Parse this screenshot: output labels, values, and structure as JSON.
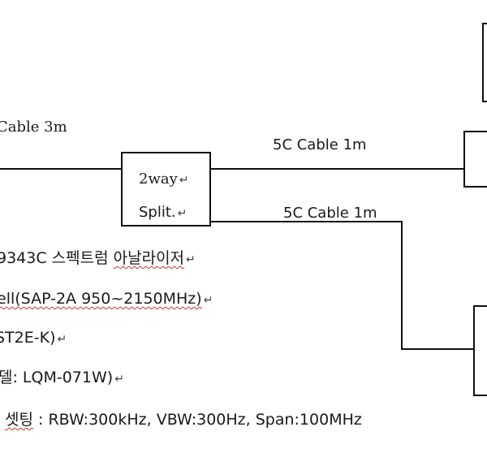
{
  "diagram": {
    "cable_labels": {
      "left": "Cable 3m",
      "top_right": "5C Cable 1m",
      "bottom_right": "5C Cable 1m"
    },
    "splitter": {
      "line1": "2way",
      "line2": "Split."
    },
    "paragraph_mark": "↵"
  },
  "notes": [
    {
      "prefix": "",
      "body": "9343C 스펙트럼 ",
      "flagged": "아날라이저"
    },
    {
      "prefix": "",
      "body": "",
      "flagged": "ell(SAP-2A 950~2150MHz)"
    },
    {
      "prefix": "",
      "body": "ST2E-K)",
      "flagged": ""
    },
    {
      "prefix": "",
      "body": "델: LQM-071W)",
      "flagged": ""
    },
    {
      "prefix": "",
      "flagged_first": "셋팅",
      "body": " : RBW:300kHz, VBW:300Hz, Span:100MHz"
    }
  ]
}
